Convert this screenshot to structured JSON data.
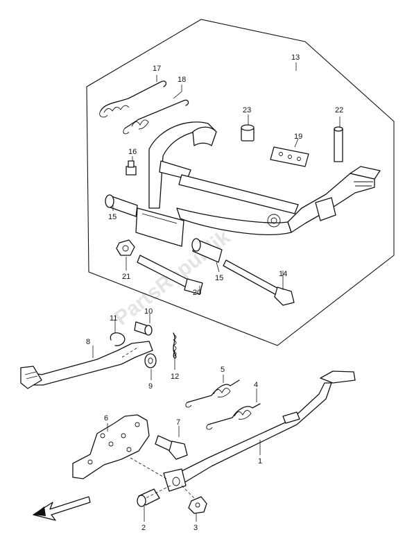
{
  "diagram": {
    "watermark": "PartsRepublik",
    "labels": {
      "p1": "1",
      "p2": "2",
      "p3": "3",
      "p4": "4",
      "p5": "5",
      "p6": "6",
      "p7": "7",
      "p8": "8",
      "p9": "9",
      "p10": "10",
      "p11": "11",
      "p12": "12",
      "p13": "13",
      "p14": "14",
      "p15a": "15",
      "p15b": "15",
      "p16": "16",
      "p17": "17",
      "p18": "18",
      "p19": "19",
      "p20": "20",
      "p21": "21",
      "p22": "22",
      "p23": "23"
    }
  }
}
